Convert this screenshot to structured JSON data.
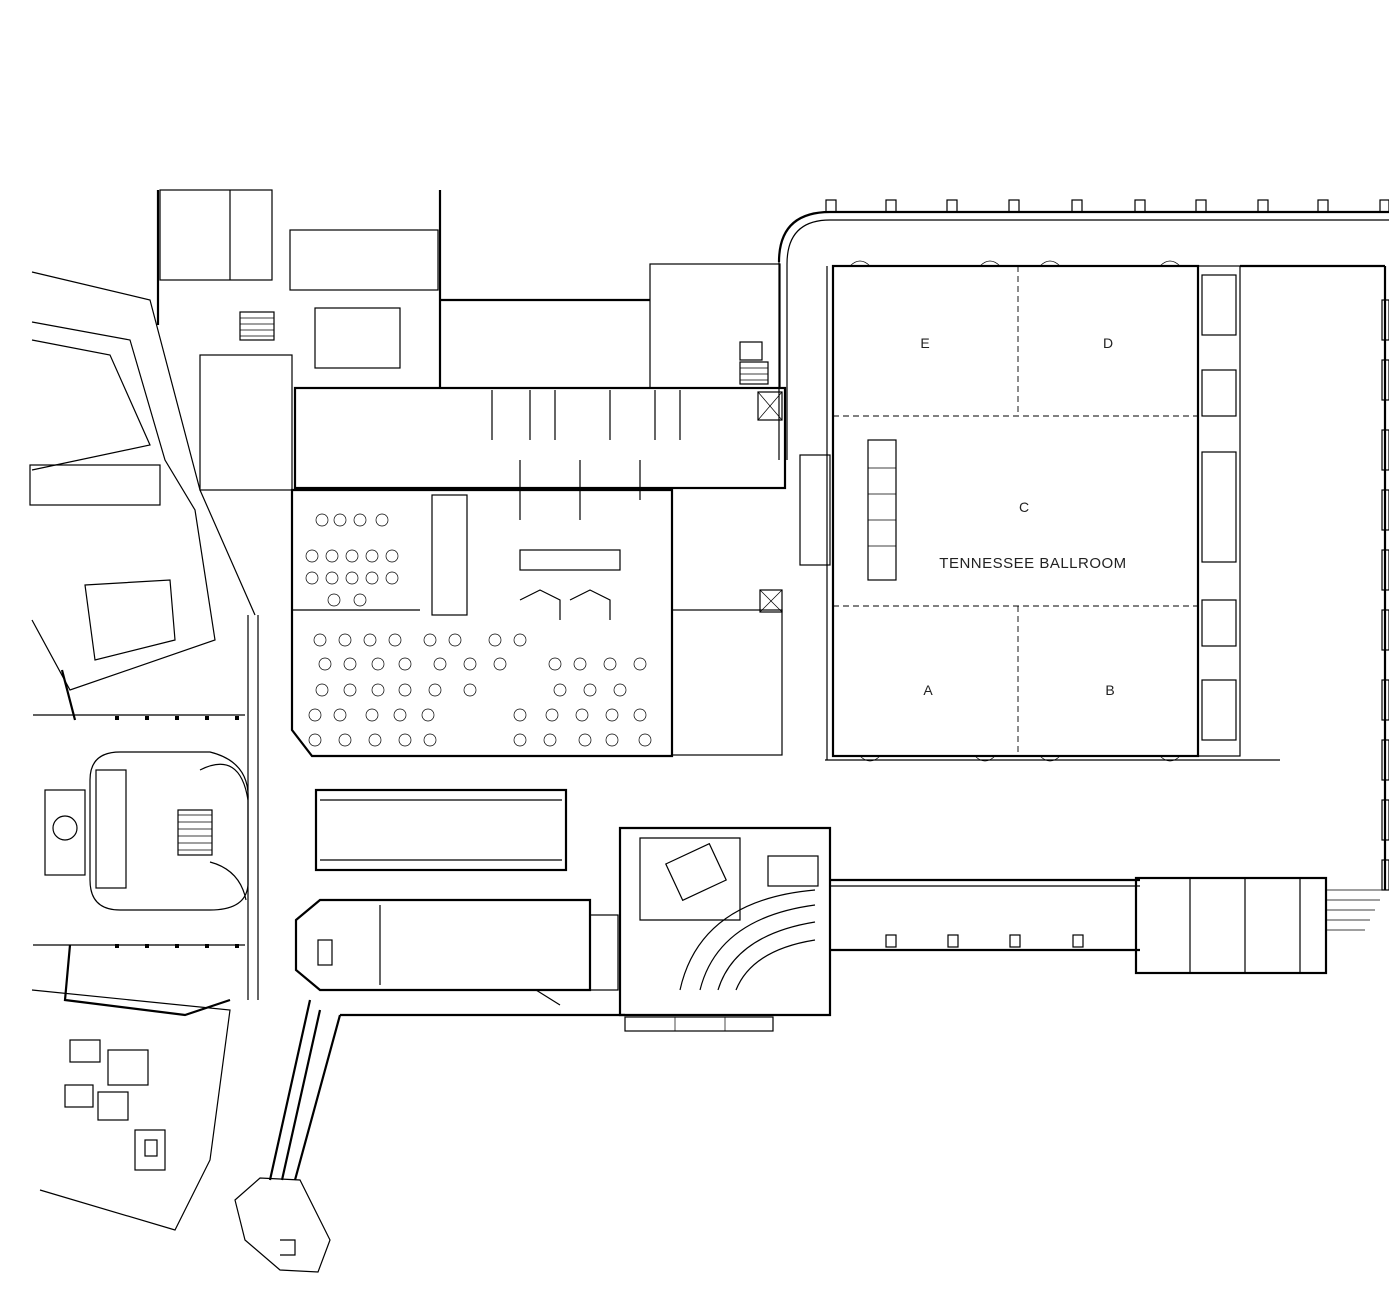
{
  "ballroom": {
    "name": "TENNESSEE BALLROOM",
    "sections": {
      "a": "A",
      "b": "B",
      "c": "C",
      "d": "D",
      "e": "E"
    }
  }
}
